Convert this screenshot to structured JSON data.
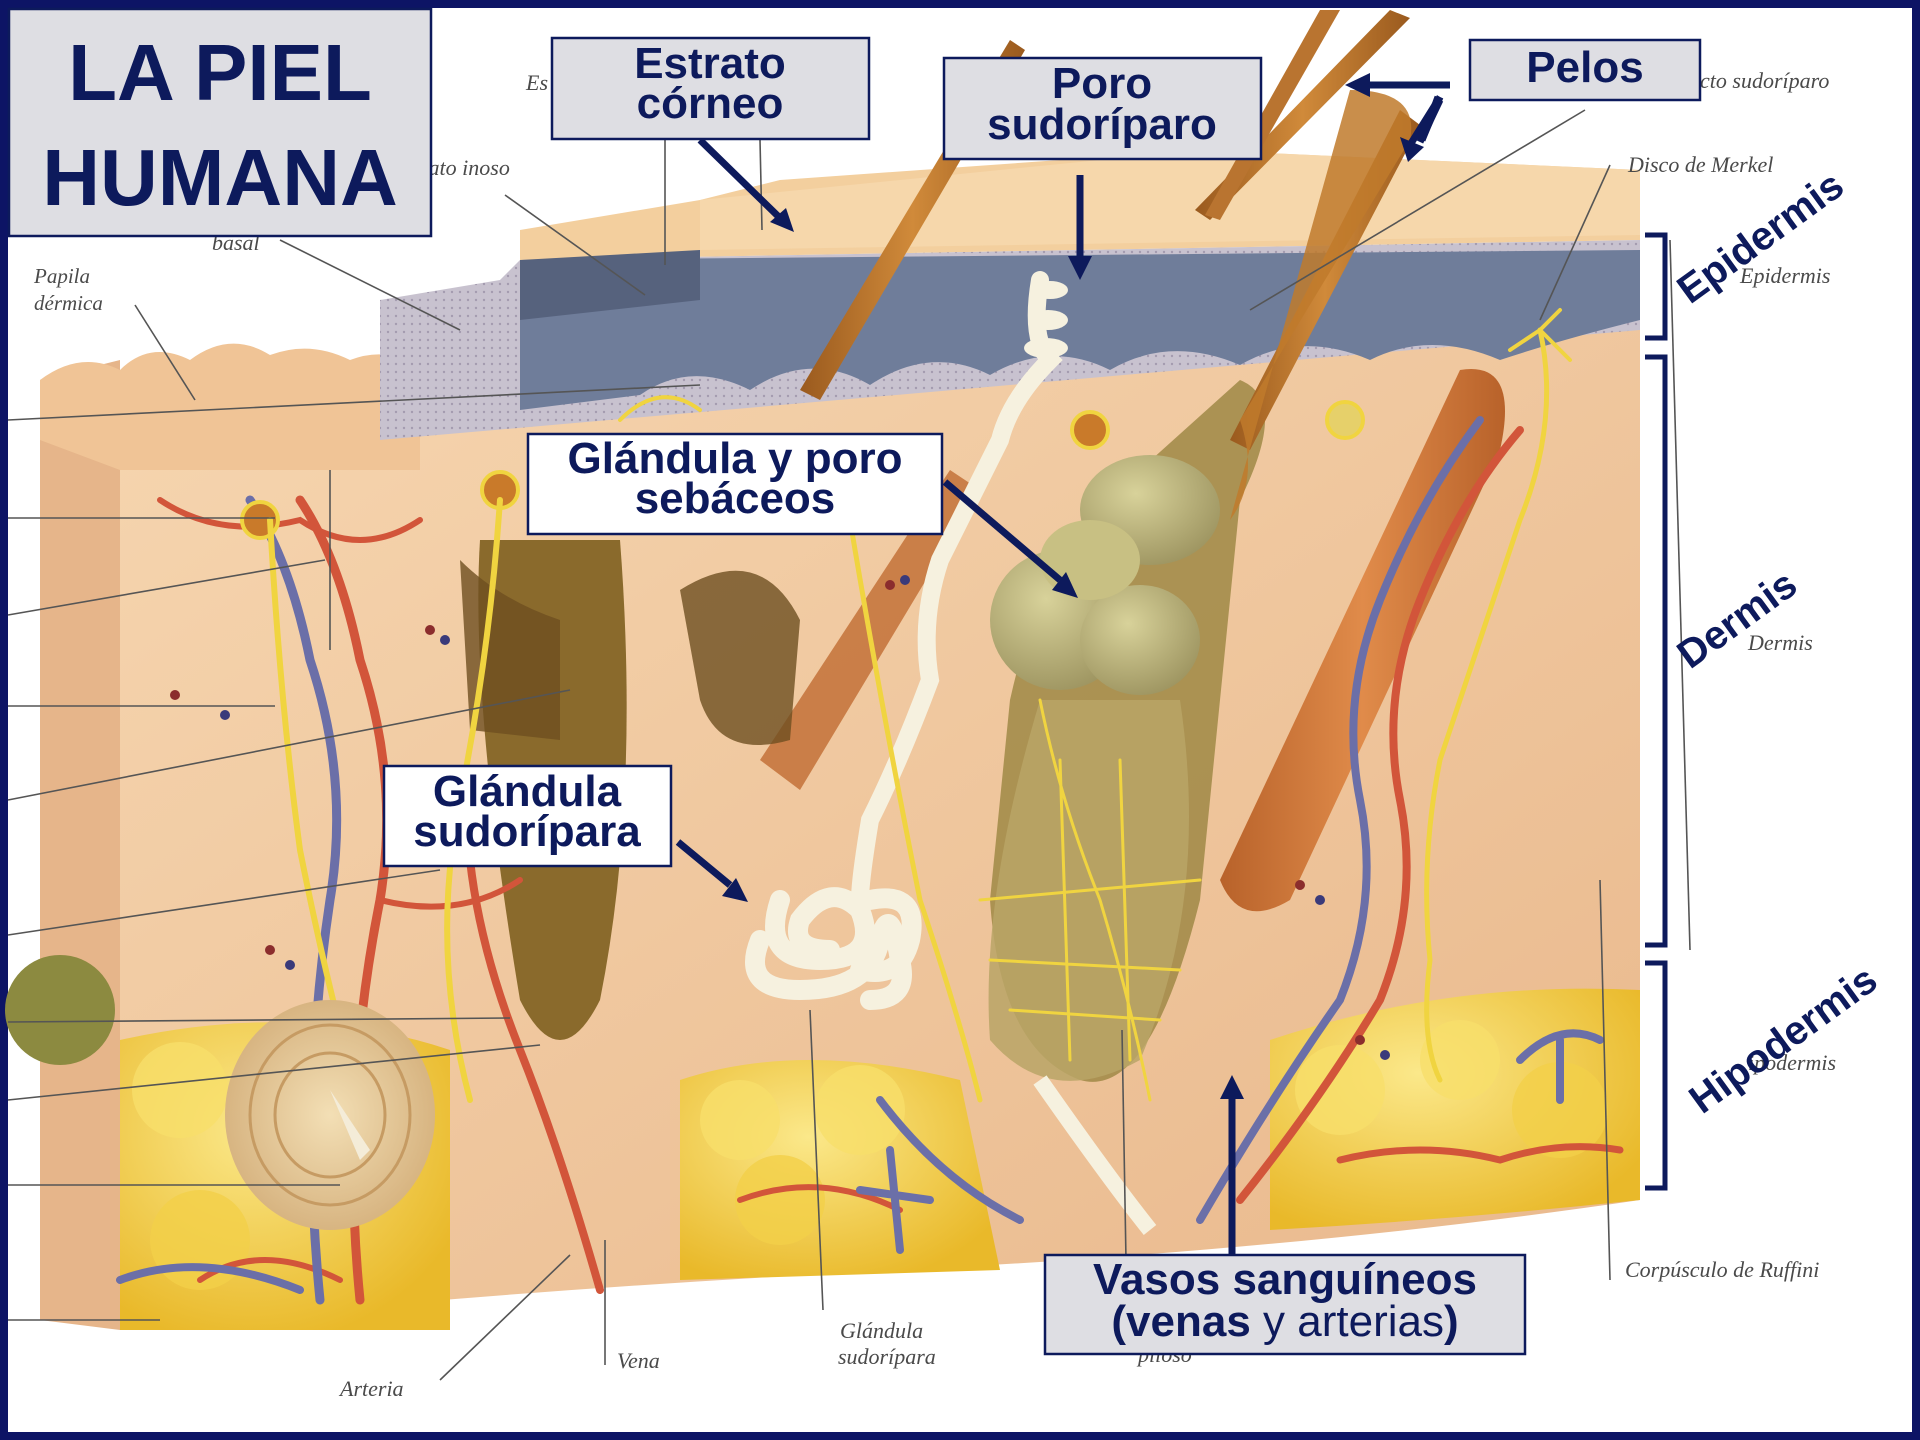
{
  "title": {
    "line1": "LA PIEL",
    "line2": "HUMANA"
  },
  "callouts": {
    "estrato_corneo": {
      "line1": "Estrato",
      "line2": "córneo"
    },
    "poro_sudoriparo": {
      "line1": "Poro",
      "line2": "sudoríparo"
    },
    "pelos": "Pelos",
    "glandula_poro_sebaceos": {
      "line1": "Glándula y poro",
      "line2": "sebáceos"
    },
    "glandula_sudoripara": {
      "line1": "Glándula",
      "line2": "sudorípara"
    },
    "vasos": {
      "line1": "Vasos sanguíneos",
      "line2_open": "(",
      "line2_venas": "venas",
      "line2_mid": " y arterias",
      "line2_close": ")"
    }
  },
  "layers": {
    "epidermis": "Epidermis",
    "dermis": "Dermis",
    "hipodermis": "Hipodermis"
  },
  "background_labels": {
    "estrato_granuloso": "Es gr",
    "estrato_espinoso": "rato inoso",
    "basal": "basal",
    "papila_dermica": {
      "line1": "Papila",
      "line2": "dérmica"
    },
    "conducto_sudoriparo": "cto sudoríparo",
    "disco_merkel": "Disco de Merkel",
    "epidermis": "Epidermis",
    "dermis": "Dermis",
    "hipodermis": "ipodermis",
    "corpusculo_ruffini": "Corpúsculo de Ruffini",
    "arteria": "Arteria",
    "vena": "Vena",
    "glandula_sudoripara": {
      "line1": "Glándula",
      "line2": "sudorípara"
    },
    "piloso": "piloso"
  },
  "colors": {
    "frame": "#0d1465",
    "label_text": "#0d1a5c",
    "label_box": "#dedee3",
    "skin": "#f2c9a0",
    "epidermis_blue": "#6f7d9a",
    "fat": "#f4d24a",
    "hair": "#c07a2c",
    "artery": "#d2553a",
    "vein": "#6b6fa8",
    "nerve": "#f0d440"
  }
}
